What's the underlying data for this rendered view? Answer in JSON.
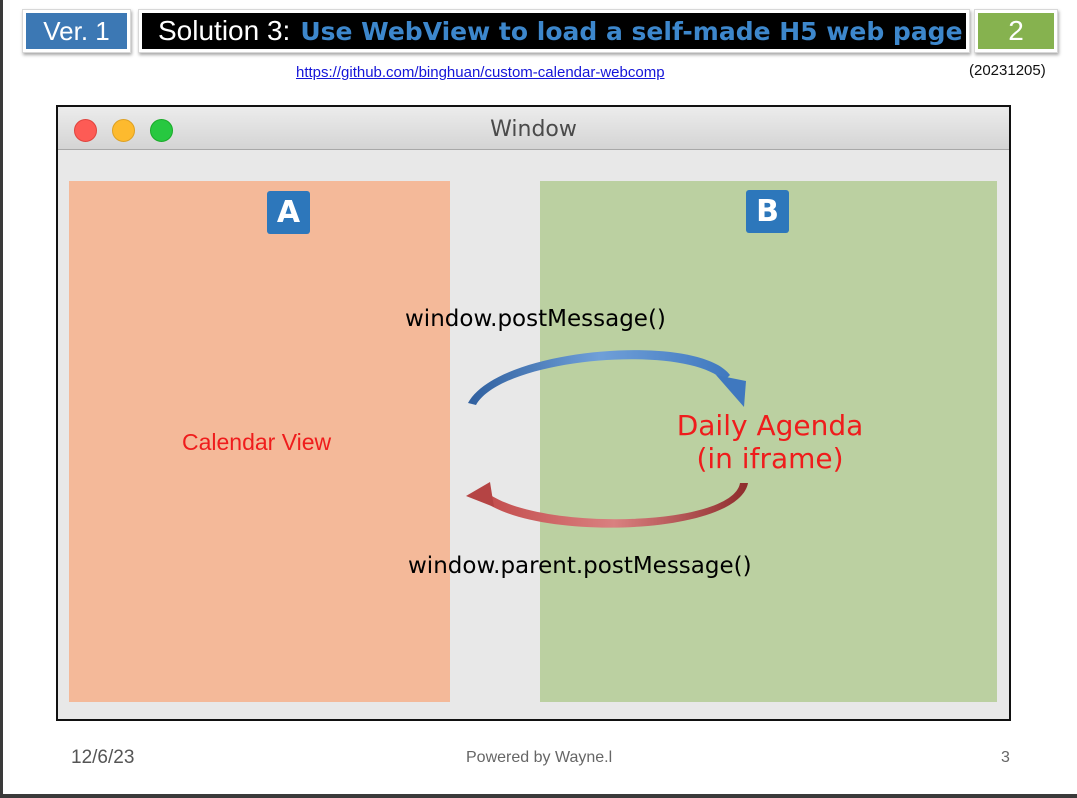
{
  "header": {
    "version": "Ver. 1",
    "title_prefix": "Solution 3:",
    "title_main": "Use WebView to load a self-made H5 web page",
    "slide_number": "2",
    "link": "https://github.com/binghuan/custom-calendar-webcomp",
    "date_stamp": "(20231205)"
  },
  "window": {
    "title": "Window",
    "panel_a": {
      "badge": "A",
      "label": "Calendar View",
      "color": "#f4b999"
    },
    "panel_b": {
      "badge": "B",
      "label_line1": "Daily Agenda",
      "label_line2": "(in iframe)",
      "color": "#bbd0a1"
    },
    "message_top": "window.postMessage()",
    "message_bottom": "window.parent.postMessage()",
    "arrow_top_color": "#3f78bf",
    "arrow_bottom_color": "#a83a3a"
  },
  "footer": {
    "date": "12/6/23",
    "center": "Powered by Wayne.l",
    "page": "3"
  }
}
